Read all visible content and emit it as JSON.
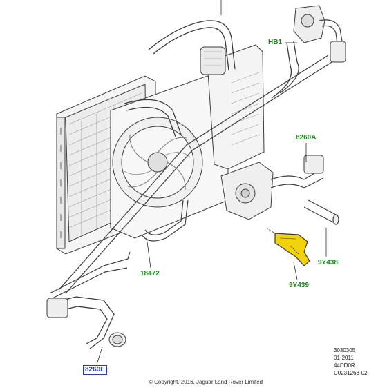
{
  "labels": {
    "hb1": "HB1",
    "a8260": "8260A",
    "n18472": "18472",
    "y9438": "9Y438",
    "y9439": "9Y439",
    "n8260e": "8260E"
  },
  "reference": {
    "line1": "3030305",
    "line2": "01-2011",
    "line3": "44DD0R",
    "line4": "C0231268-02"
  },
  "copyright": "© Copyright, 2016, Jaguar Land Rover Limited",
  "colors": {
    "label_green": "#1a8a1a",
    "highlight": "#f2d20a",
    "box_border": "#2a3fa0"
  }
}
